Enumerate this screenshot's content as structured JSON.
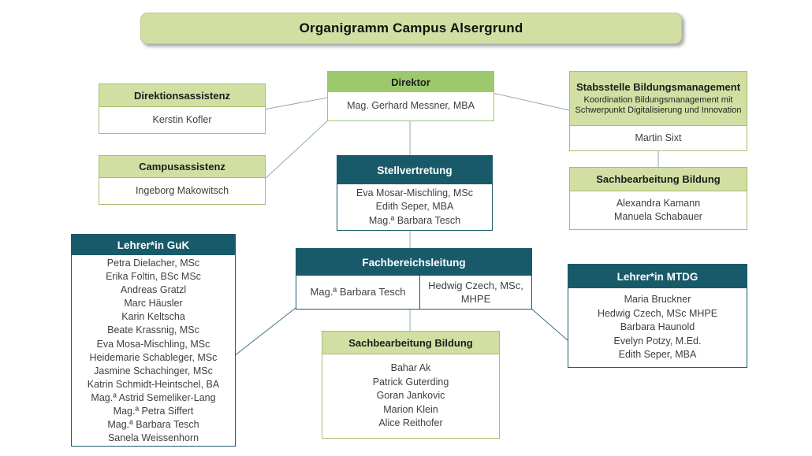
{
  "page": {
    "title": "Organigramm Campus Alsergrund"
  },
  "colors": {
    "green": "#9cc96c",
    "light_green_fill": "#d2dfa3",
    "light_green_border": "#a9bd72",
    "teal": "#185a69",
    "connector_light": "#93aab0",
    "connector_dark": "#3a7282"
  },
  "boxes": {
    "direktor": {
      "title": "Direktor",
      "members": [
        "Mag. Gerhard Messner, MBA"
      ]
    },
    "direktionsassistenz": {
      "title": "Direktionsassistenz",
      "members": [
        "Kerstin Kofler"
      ]
    },
    "campusassistenz": {
      "title": "Campusassistenz",
      "members": [
        "Ingeborg Makowitsch"
      ]
    },
    "stabsstelle": {
      "title": "Stabsstelle Bildungsmanagement",
      "subtitle": "Koordination Bildungsmanagement mit Schwerpunkt Digitalisierung und Innovation",
      "members": [
        "Martin Sixt"
      ]
    },
    "sachbearbeitung_stab": {
      "title": "Sachbearbeitung Bildung",
      "members": [
        "Alexandra Kamann",
        "Manuela Schabauer"
      ]
    },
    "stellvertretung": {
      "title": "Stellvertretung",
      "members": [
        "Eva Mosar-Mischling, MSc",
        "Edith Seper, MBA",
        "Mag.ª Barbara Tesch"
      ]
    },
    "fachbereichsleitung": {
      "title": "Fachbereichsleitung",
      "cells": [
        "Mag.ª Barbara Tesch",
        "Hedwig Czech, MSc, MHPE"
      ]
    },
    "lehrer_guk": {
      "title": "Lehrer*in GuK",
      "members": [
        "Petra Dielacher, MSc",
        "Erika Foltin, BSc MSc",
        "Andreas Gratzl",
        "Marc Häusler",
        "Karin Keltscha",
        "Beate Krassnig, MSc",
        "Eva Mosa-Mischling, MSc",
        "Heidemarie Schableger, MSc",
        "Jasmine Schachinger, MSc",
        "Katrin Schmidt-Heintschel, BA",
        "Mag.ª Astrid Semeliker-Lang",
        "Mag.ª Petra Siffert",
        "Mag.ª Barbara Tesch",
        "Sanela Weissenhorn"
      ]
    },
    "sachbearbeitung_bildung": {
      "title": "Sachbearbeitung Bildung",
      "members": [
        "Bahar Ak",
        "Patrick Guterding",
        "Goran Jankovic",
        "Marion Klein",
        "Alice Reithofer"
      ]
    },
    "lehrer_mtdg": {
      "title": "Lehrer*in MTDG",
      "members": [
        "Maria Bruckner",
        "Hedwig Czech, MSc MHPE",
        "Barbara Haunold",
        "Evelyn Potzy, M.Ed.",
        "Edith Seper, MBA"
      ]
    }
  }
}
